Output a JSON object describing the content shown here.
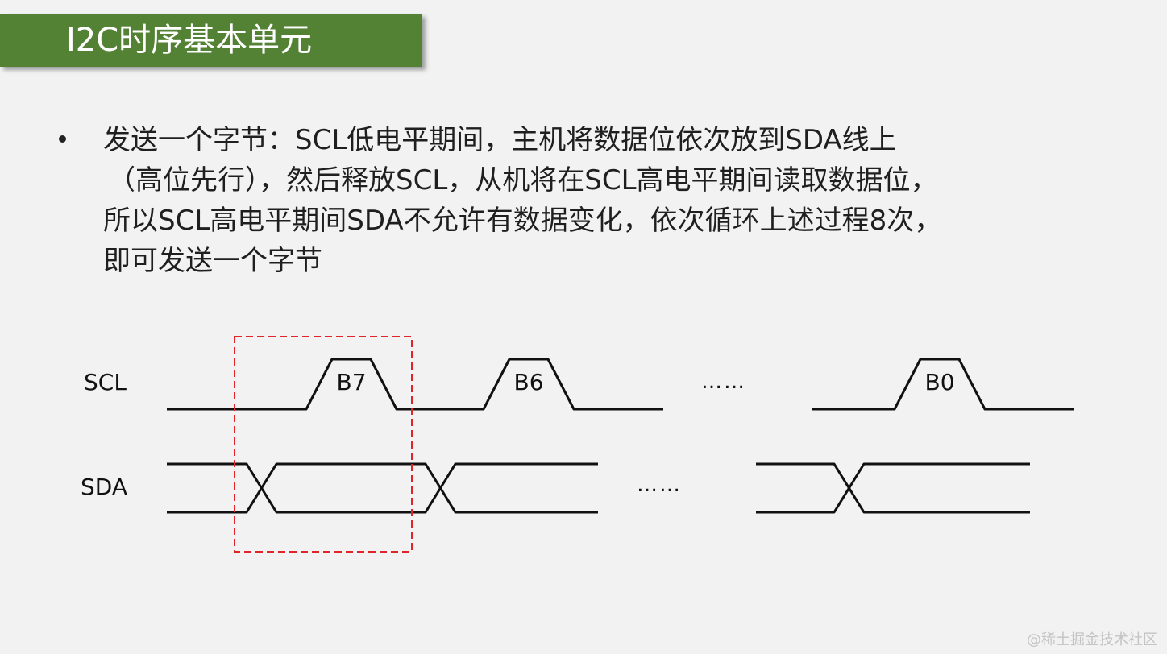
{
  "slide": {
    "title": "I2C时序基本单元",
    "bullet_lines": [
      "发送一个字节：SCL低电平期间，主机将数据位依次放到SDA线上",
      "（高位先行），然后释放SCL，从机将在SCL高电平期间读取数据位，",
      "所以SCL高电平期间SDA不允许有数据变化，依次循环上述过程8次，",
      "即可发送一个字节"
    ]
  },
  "diagram": {
    "signals": {
      "scl": "SCL",
      "sda": "SDA"
    },
    "bits": [
      "B7",
      "B6",
      "B0"
    ],
    "scl_ellipsis": "……",
    "sda_ellipsis": "……",
    "highlight_color": "#e0242a"
  },
  "watermark": "@稀土掘金技术社区",
  "colors": {
    "title_banner": "#548235",
    "background": "#f2f2f2",
    "line": "#111111"
  }
}
